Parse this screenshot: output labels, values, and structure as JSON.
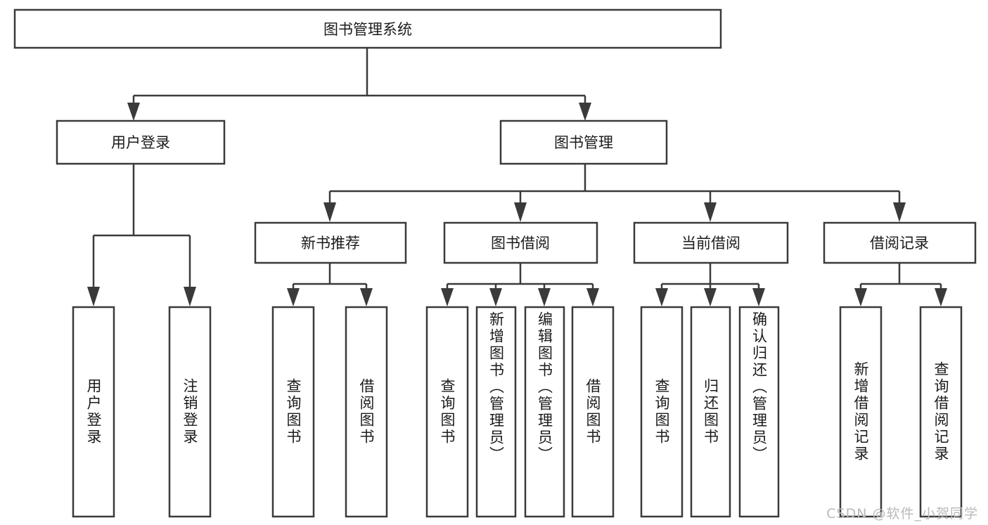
{
  "diagram": {
    "type": "hierarchy-tree",
    "title": "图书管理系统",
    "orientation": "top-down",
    "colors": {
      "box_stroke": "#3a3a3a",
      "box_fill": "#ffffff",
      "text": "#1b1b1b",
      "connector": "#3a3a3a",
      "watermark": "#b9b9b9",
      "background": "#ffffff"
    },
    "levels": {
      "root": "图书管理系统",
      "level2": [
        "用户登录",
        "图书管理"
      ],
      "level3": [
        "新书推荐",
        "图书借阅",
        "当前借阅",
        "借阅记录"
      ]
    }
  },
  "nodes": {
    "root": {
      "label": "图书管理系统"
    },
    "user_login": {
      "label": "用户登录"
    },
    "book_manage": {
      "label": "图书管理"
    },
    "new_book_rec": {
      "label": "新书推荐"
    },
    "book_borrow": {
      "label": "图书借阅"
    },
    "current_borrow": {
      "label": "当前借阅"
    },
    "borrow_record": {
      "label": "借阅记录"
    }
  },
  "leaves": {
    "user_login_children": [
      {
        "label": "用户登录"
      },
      {
        "label": "注销登录"
      }
    ],
    "new_book_rec_children": [
      {
        "label": "查询图书"
      },
      {
        "label": "借阅图书"
      }
    ],
    "book_borrow_children": [
      {
        "label": "查询图书"
      },
      {
        "label": "新增图书（管理员）"
      },
      {
        "label": "编辑图书（管理员）"
      },
      {
        "label": "借阅图书"
      }
    ],
    "current_borrow_children": [
      {
        "label": "查询图书"
      },
      {
        "label": "归还图书"
      },
      {
        "label": "确认归还（管理员）"
      }
    ],
    "borrow_record_children": [
      {
        "label": "新增借阅记录"
      },
      {
        "label": "查询借阅记录"
      }
    ]
  },
  "watermark": {
    "text": "CSDN @软件_小贺同学"
  }
}
